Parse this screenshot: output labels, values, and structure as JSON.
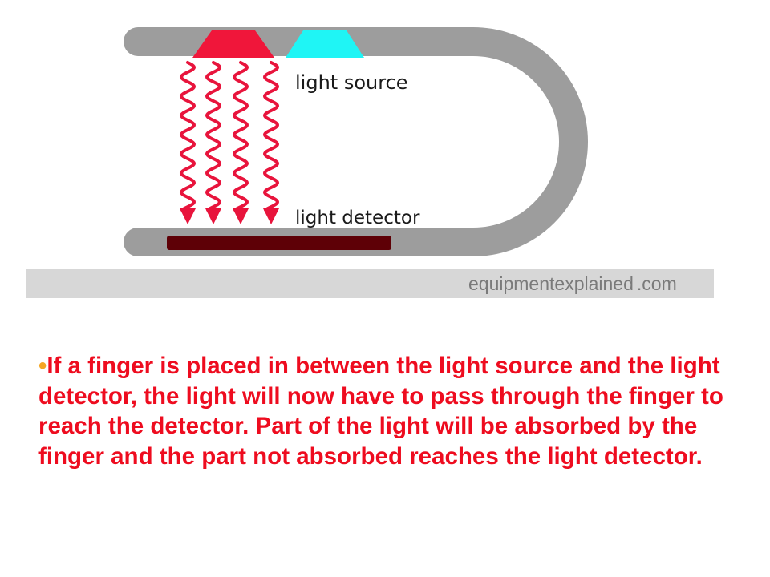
{
  "diagram": {
    "label_source": "light source",
    "label_detector": "light detector",
    "credit_part1": "equipment",
    "credit_part2": "explained",
    "credit_part3": ".com"
  },
  "text": {
    "bullet": "•",
    "body": "If a finger is placed in between the light source and the light detector, the light will now have to pass through the finger to reach the detector. Part of the light will be absorbed by the finger and the part not absorbed reaches the light detector."
  },
  "colors": {
    "emitter_red": "#f0163a",
    "emitter_cyan": "#1ff5f5",
    "wave_red": "#e8143c",
    "detector": "#5e0006",
    "clip_gray": "#9d9d9d",
    "text_red": "#ee0c1f",
    "bullet_orange": "#f5a623"
  }
}
